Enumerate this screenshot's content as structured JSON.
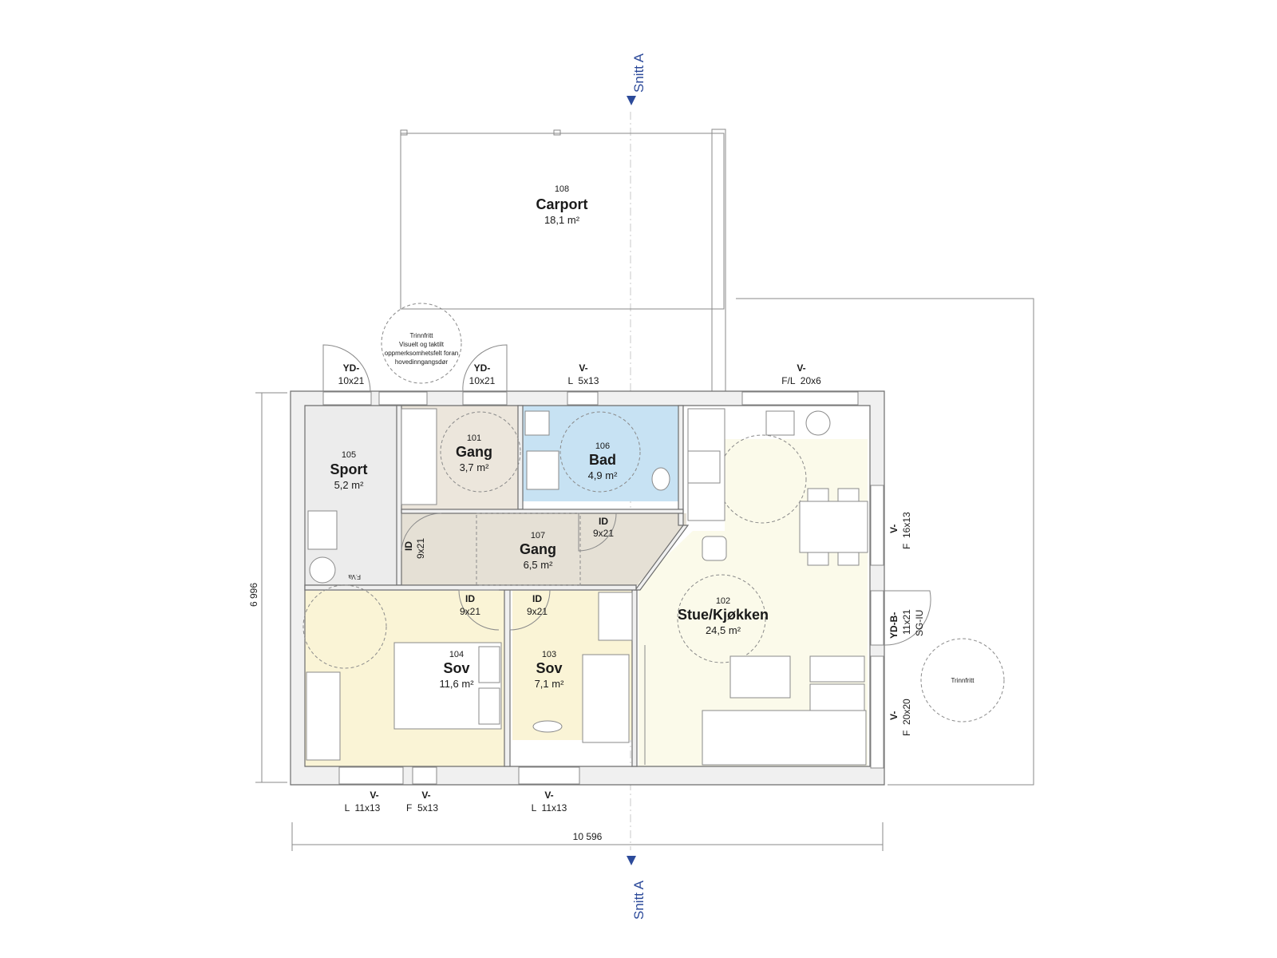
{
  "section_marker": {
    "label": "Snitt A"
  },
  "rooms": [
    {
      "id": "carport",
      "number": "108",
      "name": "Carport",
      "area": "18,1 m²",
      "color": "#ffffff"
    },
    {
      "id": "gang101",
      "number": "101",
      "name": "Gang",
      "area": "3,7 m²",
      "color": "#ece6dc"
    },
    {
      "id": "bad",
      "number": "106",
      "name": "Bad",
      "area": "4,9 m²",
      "color": "#c7e2f3"
    },
    {
      "id": "sport",
      "number": "105",
      "name": "Sport",
      "area": "5,2 m²",
      "color": "#ececec"
    },
    {
      "id": "gang107",
      "number": "107",
      "name": "Gang",
      "area": "6,5 m²",
      "color": "#e5e0d5"
    },
    {
      "id": "stue",
      "number": "102",
      "name": "Stue/Kjøkken",
      "area": "24,5 m²",
      "color": "#fbfaea"
    },
    {
      "id": "sov104",
      "number": "104",
      "name": "Sov",
      "area": "11,6 m²",
      "color": "#faf4d6"
    },
    {
      "id": "sov103",
      "number": "103",
      "name": "Sov",
      "area": "7,1 m²",
      "color": "#faf4d6"
    }
  ],
  "openings": {
    "yd_left": {
      "type": "YD-",
      "size": "10x21"
    },
    "yd_mid": {
      "type": "YD-",
      "size": "10x21"
    },
    "v_top_bad": {
      "type": "V-",
      "size": "L  5x13"
    },
    "v_top_kitchen": {
      "type": "V-",
      "size": "F/L  20x6"
    },
    "id_bad": {
      "type": "ID",
      "size": "9x21"
    },
    "id_sport": {
      "type": "ID",
      "size": "9x21"
    },
    "id_sov104": {
      "type": "ID",
      "size": "9x21"
    },
    "id_sov103": {
      "type": "ID",
      "size": "9x21"
    },
    "v_right_top": {
      "type": "V-",
      "size": "F  16x13"
    },
    "ydb_right": {
      "type": "YD-B-",
      "size": "11x21",
      "extra": "SG-IU"
    },
    "v_right_bottom": {
      "type": "V-",
      "size": "F  20x20"
    },
    "v_bottom_left": {
      "type": "V-",
      "size": "L  11x13"
    },
    "v_bottom_mid": {
      "type": "V-",
      "size": "F  5x13"
    },
    "v_bottom_right": {
      "type": "V-",
      "size": "L  11x13"
    }
  },
  "notes": {
    "entrance_circle": [
      "Trinnfritt",
      "Visuelt og taktilt",
      "oppmerksomhetsfelt foran",
      "hovedinngangsdør"
    ],
    "right_circle": "Trinnfritt",
    "fva": "F.Va"
  },
  "dimensions": {
    "width": "10 596",
    "height": "6 996"
  },
  "colors": {
    "snitt": "#2c4a9a",
    "wall": "#6d6d6d"
  }
}
